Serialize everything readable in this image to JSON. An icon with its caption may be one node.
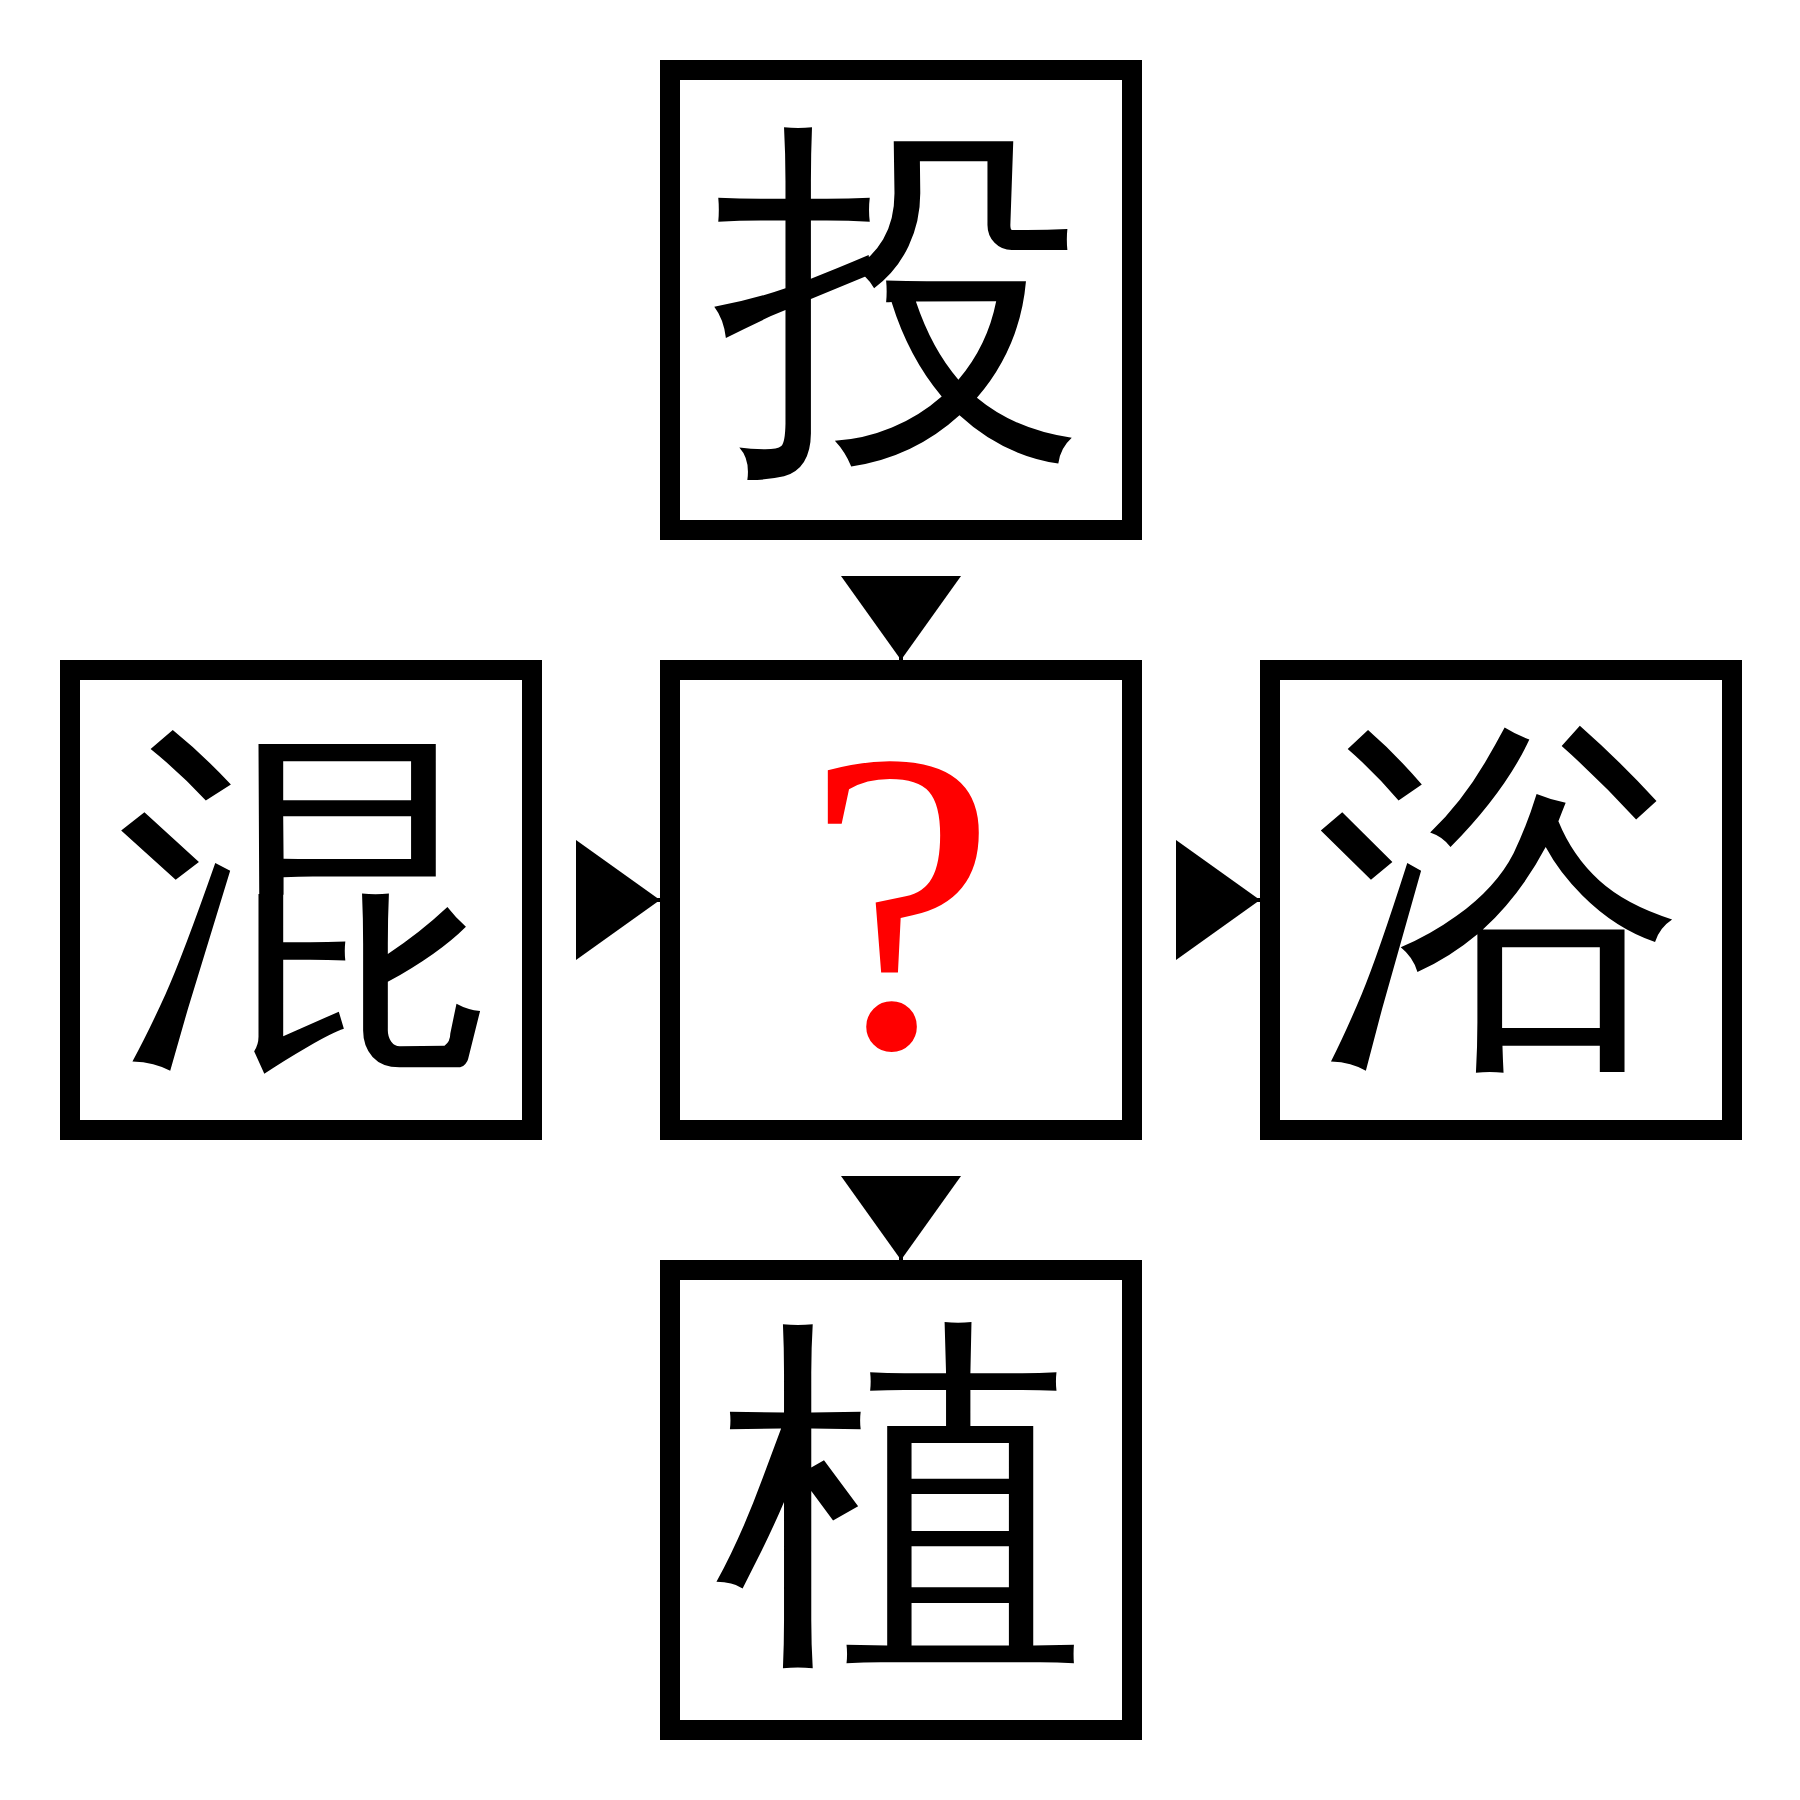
{
  "diagram": {
    "nodes": [
      {
        "text": [
          "投"
        ]
      },
      {
        "text": [
          "混"
        ]
      },
      {
        "text": [
          "?"
        ]
      },
      {
        "text": [
          "浴"
        ]
      },
      {
        "text": [
          "植"
        ]
      }
    ],
    "edges": [
      {
        "from": 0,
        "to": 2,
        "arrow": "to"
      },
      {
        "from": 1,
        "to": 2,
        "arrow": "to"
      },
      {
        "from": 2,
        "to": 3,
        "arrow": "to"
      },
      {
        "from": 2,
        "to": 4,
        "arrow": "to"
      }
    ]
  }
}
